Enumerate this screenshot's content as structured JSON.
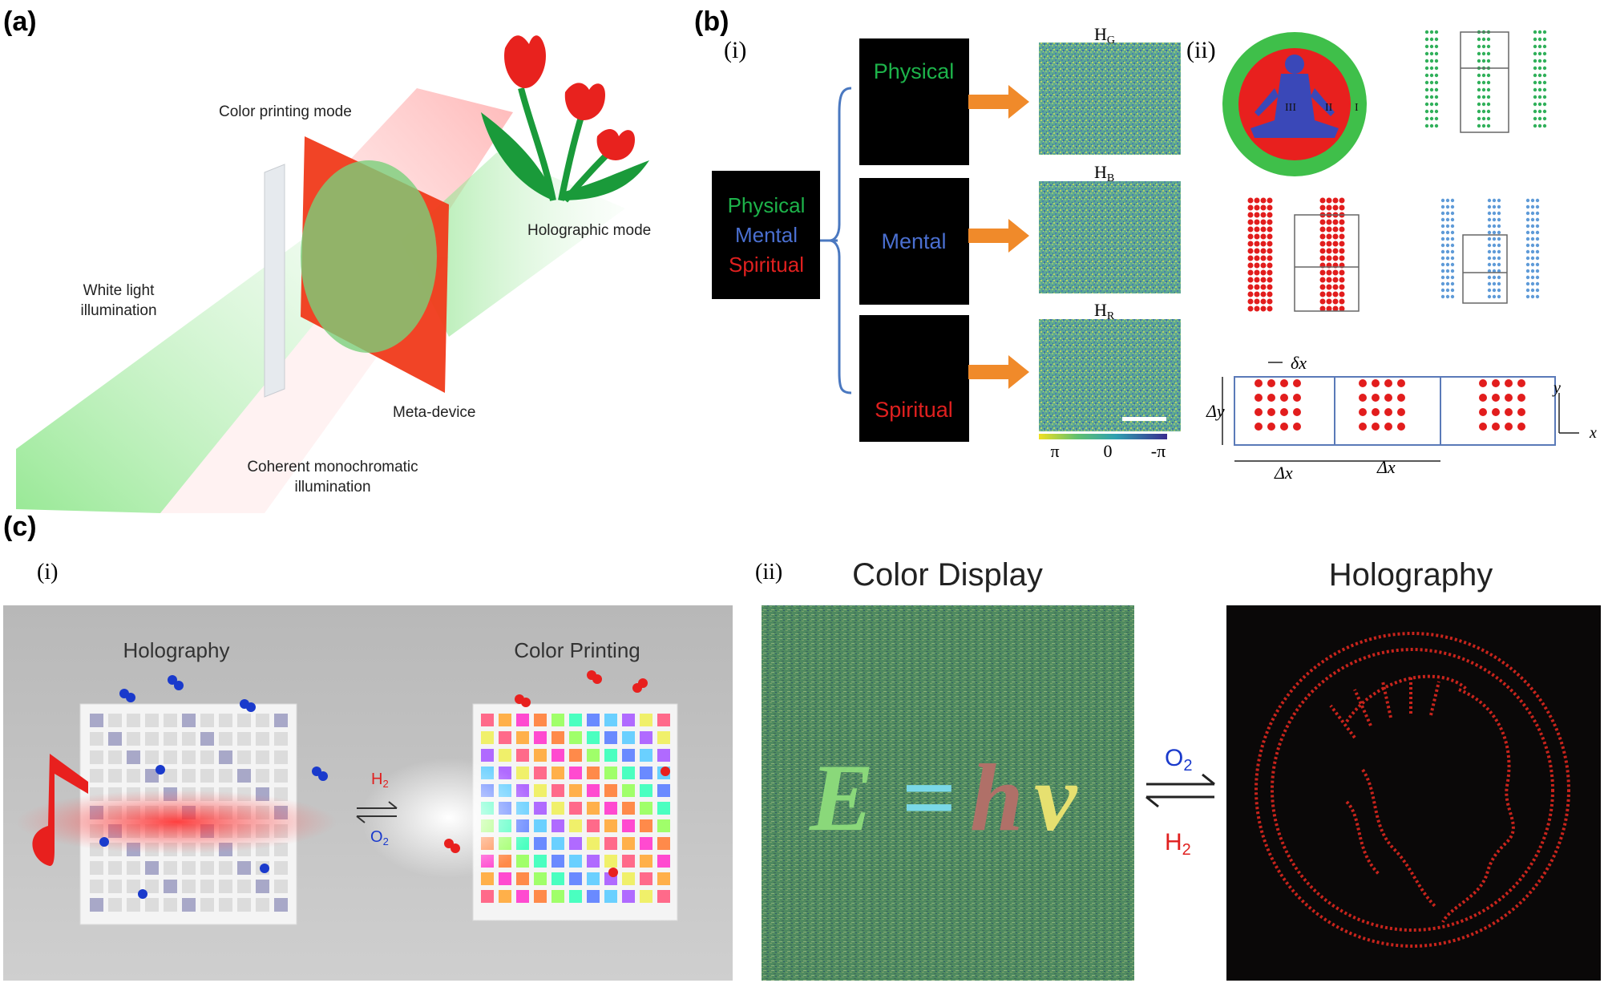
{
  "panels": {
    "a": "(a)",
    "b": "(b)",
    "c": "(c)"
  },
  "panel_a": {
    "color_printing_mode": "Color printing mode",
    "holographic_mode": "Holographic mode",
    "white_light_line1": "White light",
    "white_light_line2": "illumination",
    "meta_device": "Meta-device",
    "coherent_line1": "Coherent monochromatic",
    "coherent_line2": "illumination"
  },
  "panel_b": {
    "sub_i": "(i)",
    "sub_ii": "(ii)",
    "source_words": [
      "Physical",
      "Mental",
      "Spiritual"
    ],
    "boxes": [
      "Physical",
      "Mental",
      "Spiritual"
    ],
    "holo_labels": [
      "H",
      "H",
      "H"
    ],
    "holo_subs": [
      "G",
      "B",
      "R"
    ],
    "colorbar_ticks": [
      "π",
      "0",
      "-π"
    ],
    "mandala_labels": [
      "III",
      "II",
      "I"
    ],
    "dim_dx_small": "δx",
    "dim_dy": "Δy",
    "dim_dx1": "Δx",
    "dim_dx2": "Δx",
    "axis_y": "y",
    "axis_x": "x"
  },
  "panel_c": {
    "sub_i": "(i)",
    "sub_ii": "(ii)",
    "holography_label": "Holography",
    "color_printing_label": "Color Printing",
    "h2": "H",
    "o2": "O",
    "sub2": "2",
    "color_display_title": "Color Display",
    "holography_title": "Holography",
    "equation": [
      "E",
      "=",
      "h",
      "v"
    ],
    "arrow_top": "O",
    "arrow_bottom": "H"
  },
  "colors": {
    "green": "#1db34a",
    "blue": "#4a6fd0",
    "red": "#e0201f",
    "orange": "#f08a2a"
  }
}
